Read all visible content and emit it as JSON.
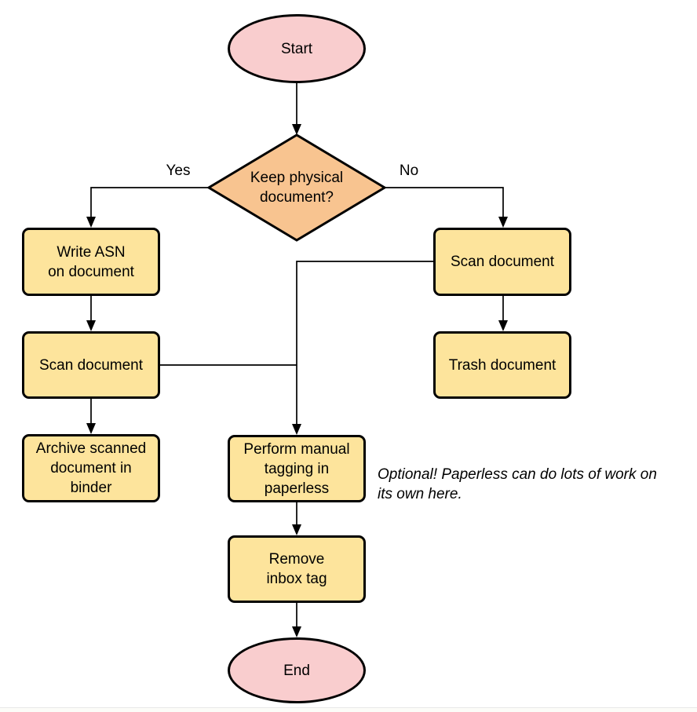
{
  "colors": {
    "background": "#ffffff",
    "terminal_fill": "#f9cdce",
    "decision_fill": "#f8c490",
    "process_fill": "#fde49c",
    "stroke": "#000000",
    "edge": "#000000",
    "text": "#000000",
    "bottom_rule": "#e8e8e8",
    "bottom_strip": "#fcfcf8"
  },
  "nodes": {
    "start": {
      "label": "Start"
    },
    "decision": {
      "lines": [
        "Keep physical",
        "document?"
      ]
    },
    "write_asn": {
      "lines": [
        "Write ASN",
        "on document"
      ]
    },
    "scan_left": {
      "label": "Scan document"
    },
    "archive": {
      "lines": [
        "Archive scanned",
        "document in",
        "binder"
      ]
    },
    "scan_right": {
      "label": "Scan document"
    },
    "trash": {
      "label": "Trash document"
    },
    "tagging": {
      "lines": [
        "Perform manual",
        "tagging in",
        "paperless"
      ]
    },
    "remove_inbox": {
      "lines": [
        "Remove",
        "inbox tag"
      ]
    },
    "end": {
      "label": "End"
    }
  },
  "edge_labels": {
    "yes": "Yes",
    "no": "No"
  },
  "note": {
    "lines": [
      "Optional! Paperless can do lots of work on",
      "its own here."
    ]
  }
}
